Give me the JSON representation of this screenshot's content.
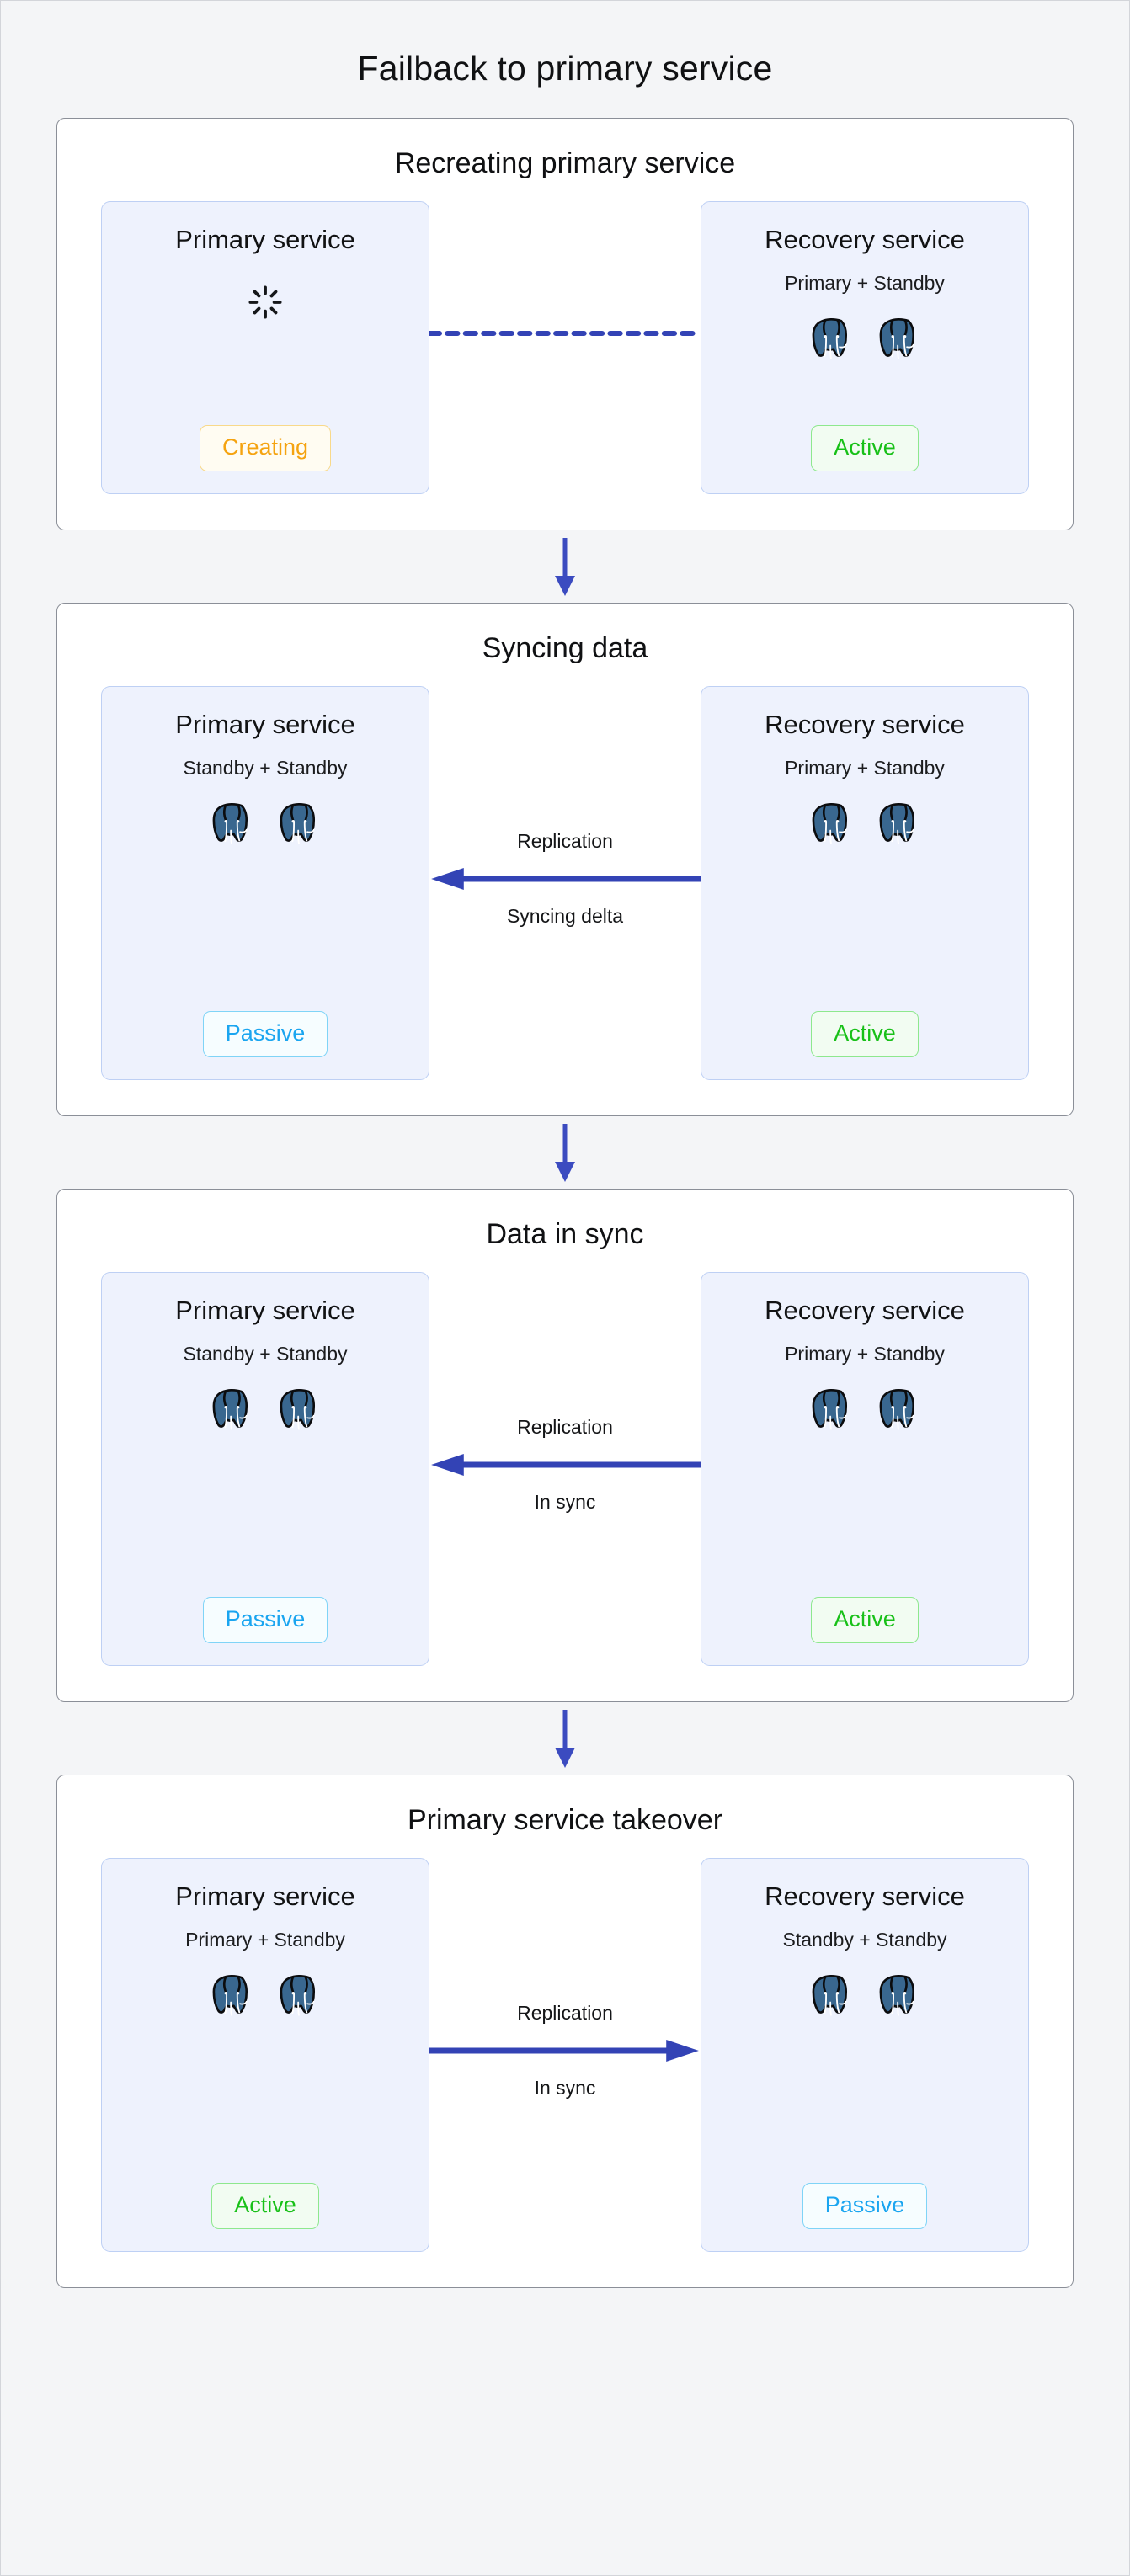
{
  "diagram": {
    "title": "Failback to primary service",
    "accent_blue": "#3b4bc0",
    "card_bg": "#eef2fd",
    "card_border": "#bed0f4",
    "status_colors": {
      "active": "#18c018",
      "passive": "#1aa5f0",
      "creating": "#f5a310"
    }
  },
  "stages": [
    {
      "id": "recreating-primary-service",
      "title": "Recreating primary service",
      "left": {
        "name": "Primary service",
        "subtitle": "",
        "nodes": 0,
        "icon": "spinner-icon",
        "status": "Creating",
        "status_kind": "creating"
      },
      "connector": {
        "kind": "dashed",
        "direction": "none",
        "label_top": "",
        "label_bottom": ""
      },
      "right": {
        "name": "Recovery service",
        "subtitle": "Primary + Standby",
        "nodes": 2,
        "icon": "postgres-icon",
        "status": "Active",
        "status_kind": "active"
      }
    },
    {
      "id": "syncing-data",
      "title": "Syncing data",
      "left": {
        "name": "Primary service",
        "subtitle": "Standby + Standby",
        "nodes": 2,
        "icon": "postgres-icon",
        "status": "Passive",
        "status_kind": "passive"
      },
      "connector": {
        "kind": "arrow",
        "direction": "left",
        "label_top": "Replication",
        "label_bottom": "Syncing delta"
      },
      "right": {
        "name": "Recovery service",
        "subtitle": "Primary + Standby",
        "nodes": 2,
        "icon": "postgres-icon",
        "status": "Active",
        "status_kind": "active"
      }
    },
    {
      "id": "data-in-sync",
      "title": "Data in sync",
      "left": {
        "name": "Primary service",
        "subtitle": "Standby + Standby",
        "nodes": 2,
        "icon": "postgres-icon",
        "status": "Passive",
        "status_kind": "passive"
      },
      "connector": {
        "kind": "arrow",
        "direction": "left",
        "label_top": "Replication",
        "label_bottom": "In sync"
      },
      "right": {
        "name": "Recovery service",
        "subtitle": "Primary + Standby",
        "nodes": 2,
        "icon": "postgres-icon",
        "status": "Active",
        "status_kind": "active"
      }
    },
    {
      "id": "primary-service-takeover",
      "title": "Primary service takeover",
      "left": {
        "name": "Primary service",
        "subtitle": "Primary + Standby",
        "nodes": 2,
        "icon": "postgres-icon",
        "status": "Active",
        "status_kind": "active"
      },
      "connector": {
        "kind": "arrow",
        "direction": "right",
        "label_top": "Replication",
        "label_bottom": "In sync"
      },
      "right": {
        "name": "Recovery service",
        "subtitle": "Standby + Standby",
        "nodes": 2,
        "icon": "postgres-icon",
        "status": "Passive",
        "status_kind": "passive"
      }
    }
  ],
  "flow_arrows": [
    "down-arrow-icon",
    "down-arrow-icon",
    "down-arrow-icon"
  ]
}
